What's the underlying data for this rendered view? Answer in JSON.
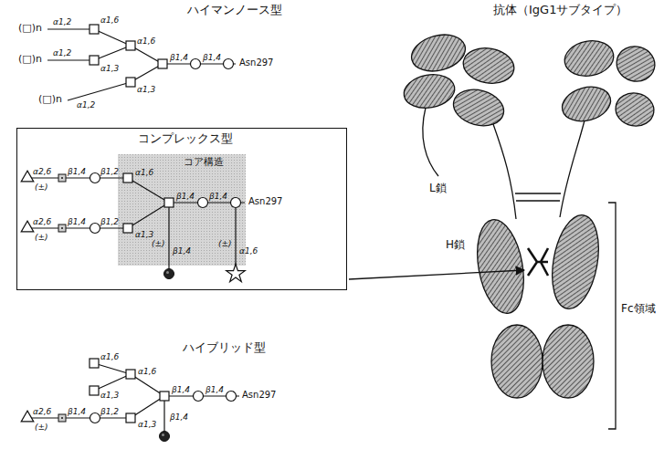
{
  "diagram": {
    "nodes": [
      {
        "text": [
          "コンプレックス型"
        ]
      },
      {
        "text": [
          "コア構造"
        ],
        "in": 0
      }
    ],
    "labels": [
      "ハイマンノース型",
      "(□)n",
      "α1,2",
      "α1,6",
      "(□)n",
      "α1,2",
      "α1,3",
      "α1,6",
      "α1,3",
      "(□)n",
      "α1,2",
      "β1,4",
      "β1,4",
      "Asn297",
      "α2,6",
      "(±)",
      "β1,4",
      "β1,2",
      "α1,6",
      "α2,6",
      "(±)",
      "β1,4",
      "β1,2",
      "α1,3",
      "β1,4",
      "β1,4",
      "Asn297",
      "(±)",
      "β1,4",
      "(±)",
      "α1,6",
      "ハイブリッド型",
      "α1,6",
      "α1,3",
      "α1,6",
      "α2,6",
      "(±)",
      "β1,4",
      "β1,2",
      "α1,3",
      "β1,4",
      "β1,4",
      "β1,4",
      "Asn297",
      "抗体（IgG1サブタイプ）",
      "L鎖",
      "H鎖",
      "Fc領域"
    ]
  }
}
